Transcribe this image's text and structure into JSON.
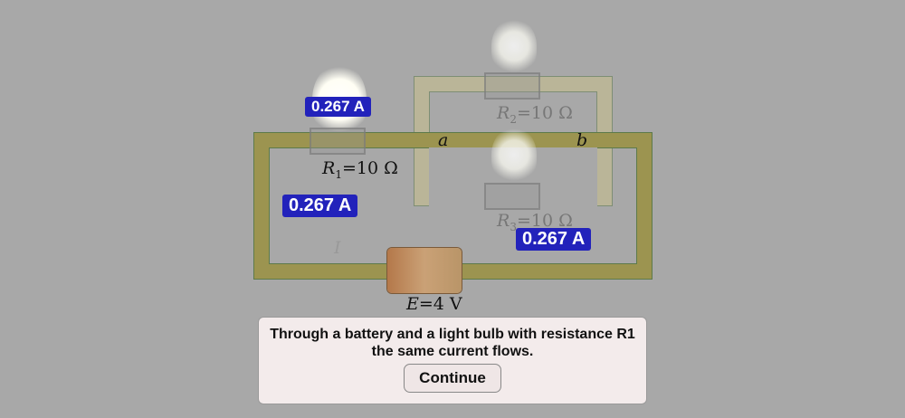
{
  "resistors": [
    {
      "symbol": "R",
      "sub": "1",
      "value": "=10 Ω"
    },
    {
      "symbol": "R",
      "sub": "2",
      "value": "=10 Ω"
    },
    {
      "symbol": "R",
      "sub": "3",
      "value": "=10 Ω"
    }
  ],
  "nodes": {
    "a": "a",
    "b": "b"
  },
  "current_label": "I",
  "battery": {
    "symbol": "E",
    "value": "=4 V"
  },
  "ammeters": [
    "0.267 A",
    "0.267 A",
    "0.267 A"
  ],
  "dialog": {
    "message": "Through a battery and a light bulb with resistance R1 the same current flows.",
    "continue_label": "Continue"
  },
  "colors": {
    "ammeter": "#2222bb",
    "background": "#a8a8a8"
  }
}
